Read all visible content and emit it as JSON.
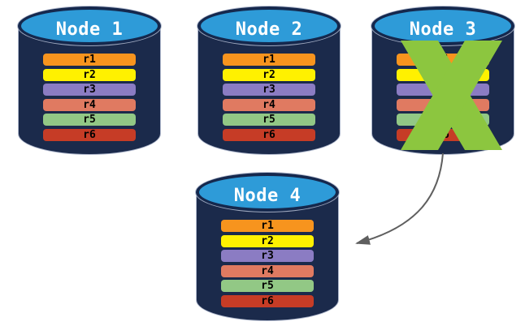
{
  "diagram": {
    "type": "database-replication-failover-diagram",
    "nodes": [
      {
        "title": "Node 1",
        "rows": [
          "r1",
          "r2",
          "r3",
          "r4",
          "r5",
          "r6"
        ],
        "crossed_out": false
      },
      {
        "title": "Node 2",
        "rows": [
          "r1",
          "r2",
          "r3",
          "r4",
          "r5",
          "r6"
        ],
        "crossed_out": false
      },
      {
        "title": "Node 3",
        "rows": [
          "r1",
          "r2",
          "r3",
          "r4",
          "r5",
          "r6"
        ],
        "crossed_out": true
      },
      {
        "title": "Node 4",
        "rows": [
          "r1",
          "r2",
          "r3",
          "r4",
          "r5",
          "r6"
        ],
        "crossed_out": false
      }
    ],
    "row_colors": {
      "r1": "#F7941E",
      "r2": "#FFF100",
      "r3": "#8B7CC3",
      "r4": "#E07A61",
      "r5": "#92C885",
      "r6": "#C63C26"
    },
    "colors": {
      "background": "#FFFFFF",
      "cylinder_body": "#1B2A4B",
      "cylinder_top": "#2E9BD8",
      "cylinder_rim": "#15284D",
      "cylinder_outline": "#AEB7CC",
      "title_text": "#FFFFFF",
      "row_text": "#000000",
      "failure_x": "#8CC63F",
      "arrow": "#5F5F5F"
    },
    "icons": {
      "failure_x": "x-mark",
      "arrow": "curved-arrow-to-node-4"
    }
  }
}
